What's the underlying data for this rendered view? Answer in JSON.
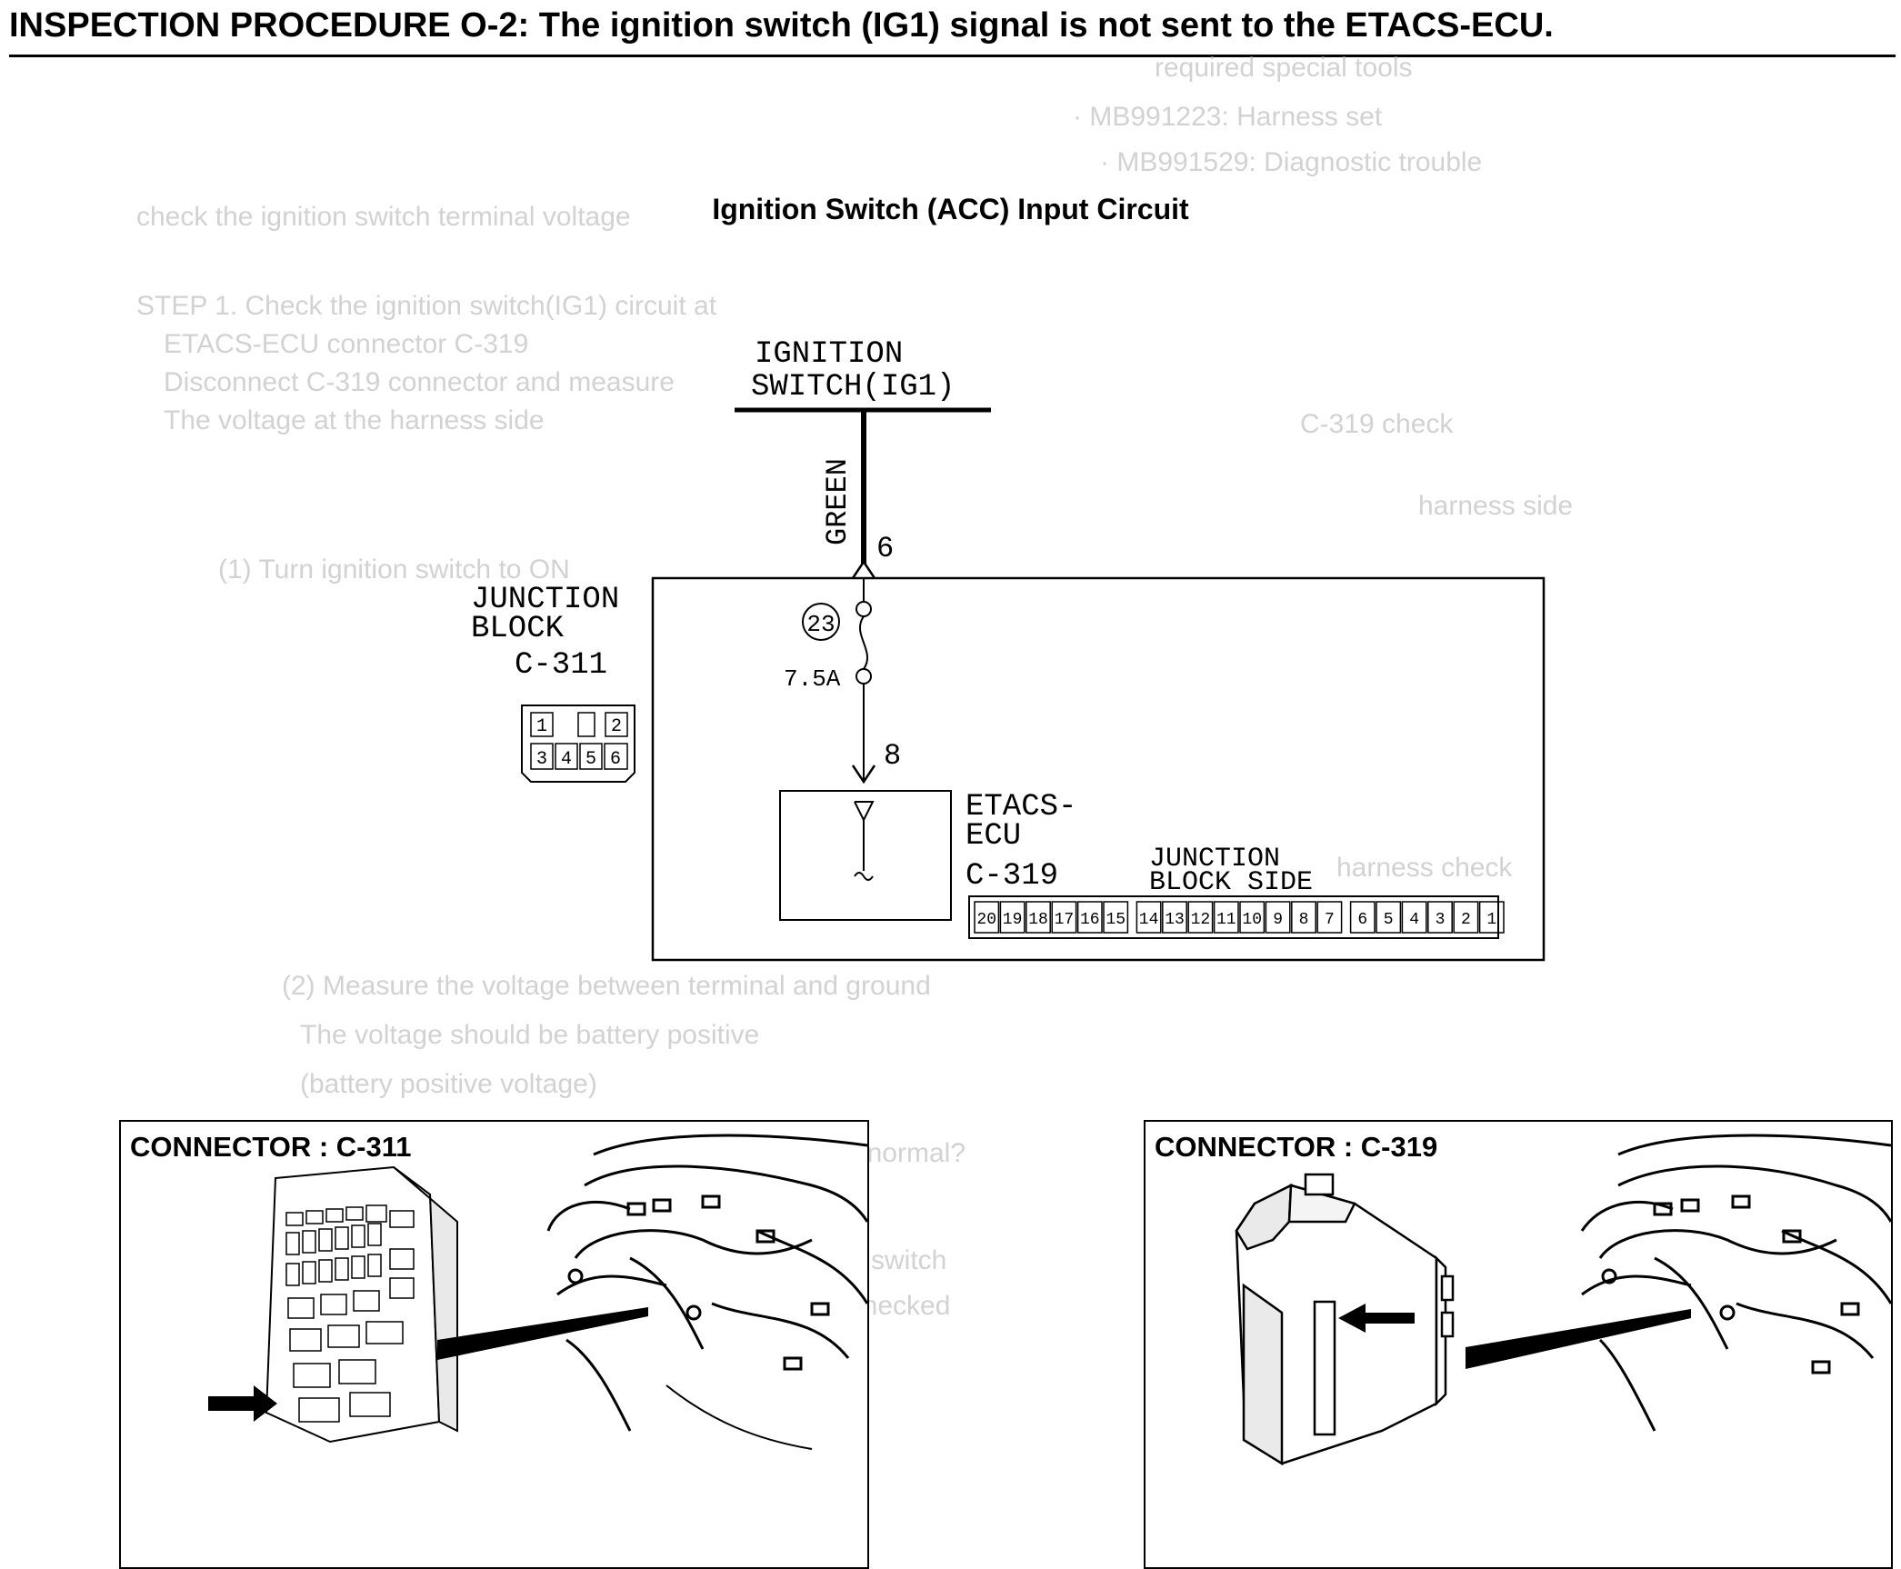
{
  "title": "INSPECTION PROCEDURE O-2: The ignition switch (IG1) signal is not sent to the ETACS-ECU.",
  "section_title": "Ignition Switch (ACC) Input Circuit",
  "diagram": {
    "ignition_switch": {
      "line1": "IGNITION",
      "line2": "SWITCH(IG1)"
    },
    "wire_color": "GREEN",
    "terminal_top": "6",
    "terminal_bottom": "8",
    "junction_block": {
      "line1": "JUNCTION",
      "line2": "BLOCK",
      "connector": "C-311"
    },
    "fuse": {
      "number": "23",
      "rating": "7.5A"
    },
    "c311_pins": {
      "top_row": [
        "1",
        "2"
      ],
      "bottom_row": [
        "3",
        "4",
        "5",
        "6"
      ]
    },
    "etacs": {
      "line1": "ETACS-",
      "line2": "ECU",
      "connector": "C-319"
    },
    "junction_side": {
      "line1": "JUNCTION",
      "line2": "BLOCK SIDE"
    },
    "c319_pins": [
      "20",
      "19",
      "18",
      "17",
      "16",
      "15",
      "14",
      "13",
      "12",
      "11",
      "10",
      "9",
      "8",
      "7",
      "6",
      "5",
      "4",
      "3",
      "2",
      "1"
    ]
  },
  "panels": {
    "left": {
      "label": "CONNECTOR : C-311"
    },
    "right": {
      "label": "CONNECTOR : C-319"
    }
  },
  "colors": {
    "ink": "#000000",
    "bleed_through": "#d2d2d2"
  }
}
